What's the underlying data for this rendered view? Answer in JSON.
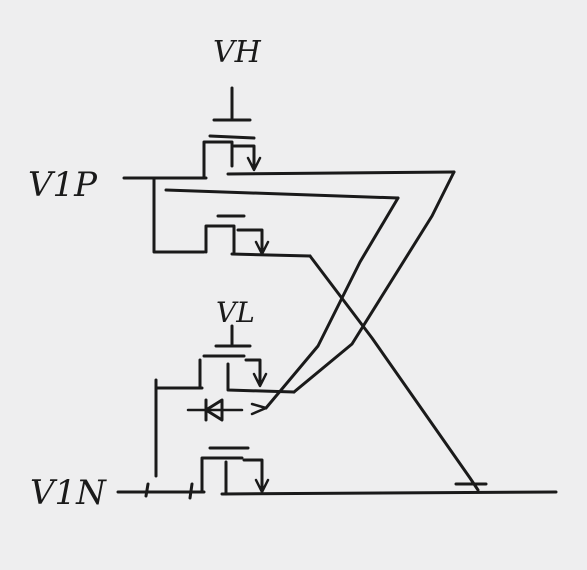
{
  "labels": {
    "vh": "VH",
    "vl": "VL",
    "v1p": "V1P",
    "v1n": "V1N"
  },
  "colors": {
    "paper": "#eeeeef",
    "ink": "#1a1a1a"
  }
}
